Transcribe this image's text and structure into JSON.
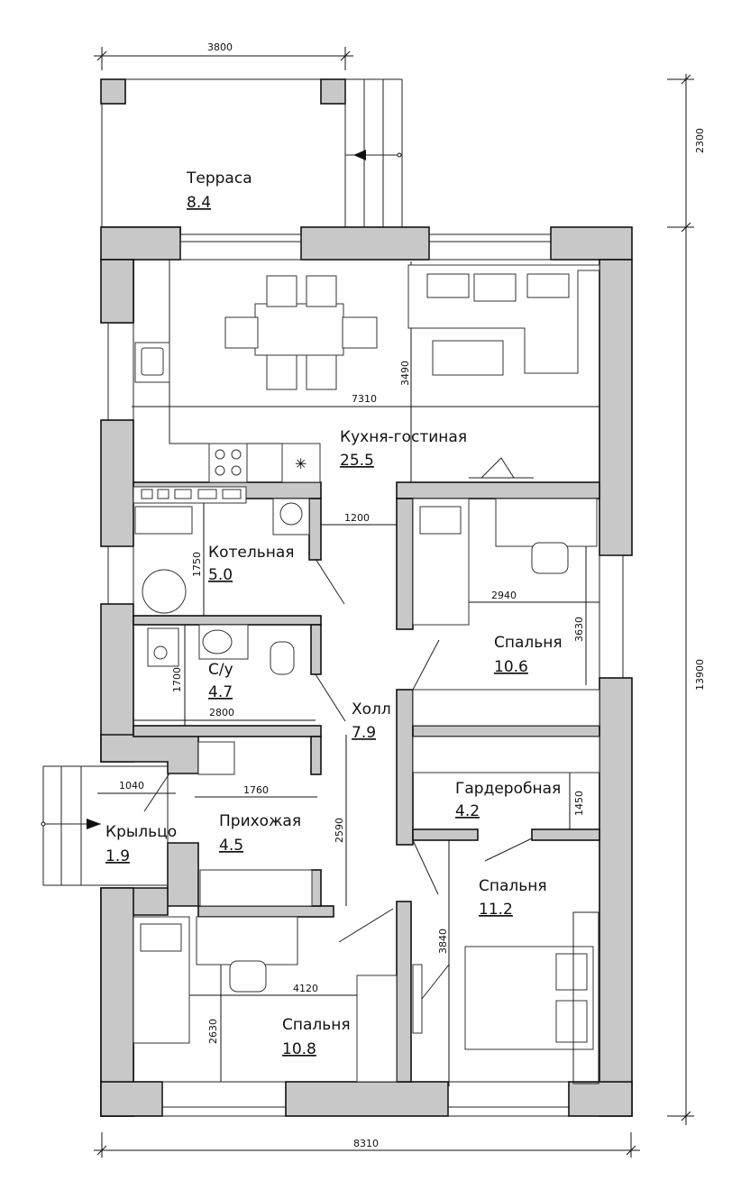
{
  "dimensions": {
    "terrace_width": "3800",
    "terrace_depth": "2300",
    "living_depth": "3490",
    "living_width": "7310",
    "hall_door": "1200",
    "boiler_depth": "1750",
    "bedroom1_width": "2940",
    "bedroom1_depth": "3630",
    "bath_depth": "1700",
    "bath_width": "2800",
    "porch_width": "1040",
    "entry_width": "1760",
    "entry_depth": "2590",
    "wardrobe_depth": "1450",
    "bedroom2_depth": "3840",
    "bedroom3_width": "4120",
    "bedroom3_depth": "2630",
    "total_height": "13900",
    "total_width": "8310"
  },
  "rooms": {
    "terrace": {
      "name": "Терраса",
      "area": "8.4"
    },
    "living": {
      "name": "Кухня-гостиная",
      "area": "25.5"
    },
    "boiler": {
      "name": "Котельная",
      "area": "5.0"
    },
    "bath": {
      "name": "С/у",
      "area": "4.7"
    },
    "hall": {
      "name": "Холл",
      "area": "7.9"
    },
    "bedroom1": {
      "name": "Спальня",
      "area": "10.6"
    },
    "wardrobe": {
      "name": "Гардеробная",
      "area": "4.2"
    },
    "porch": {
      "name": "Крыльцо",
      "area": "1.9"
    },
    "entry": {
      "name": "Прихожая",
      "area": "4.5"
    },
    "bedroom2": {
      "name": "Спальня",
      "area": "11.2"
    },
    "bedroom3": {
      "name": "Спальня",
      "area": "10.8"
    }
  },
  "colors": {
    "wall": "#c8c8c8",
    "line": "#111111"
  }
}
